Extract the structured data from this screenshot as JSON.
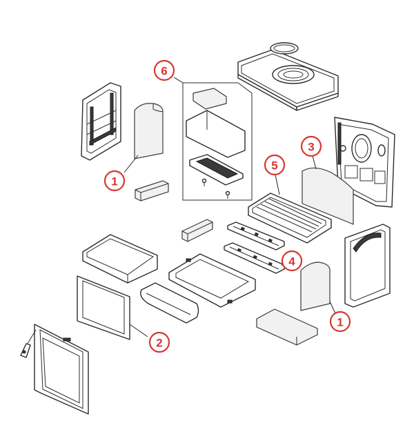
{
  "callouts": [
    {
      "id": "c1a",
      "label": "1"
    },
    {
      "id": "c1b",
      "label": "1"
    },
    {
      "id": "c2",
      "label": "2"
    },
    {
      "id": "c3",
      "label": "3"
    },
    {
      "id": "c4",
      "label": "4"
    },
    {
      "id": "c5",
      "label": "5"
    },
    {
      "id": "c6",
      "label": "6"
    }
  ],
  "colors": {
    "callout_red": "#d6372f",
    "line": "#2b2b2b"
  }
}
